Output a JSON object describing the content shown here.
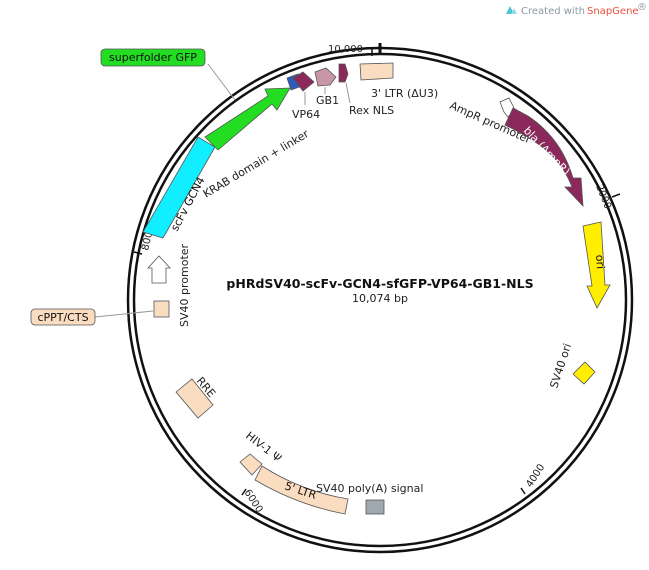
{
  "credit": {
    "prefix": "Created with ",
    "brand": "SnapGene",
    "mark": "®"
  },
  "plasmid": {
    "name": "pHRdSV40-scFv-GCN4-sfGFP-VP64-GB1-NLS",
    "size_label": "10,074 bp"
  },
  "ticks": [
    "10,000",
    "2000",
    "4000",
    "6000",
    "8000"
  ],
  "features": [
    {
      "id": "superfolder-gfp",
      "label": "superfolder GFP",
      "boxed": true,
      "color": "#22dd22"
    },
    {
      "id": "krab-linker",
      "label": "KRAB domain + linker",
      "color": "#2a5bbf"
    },
    {
      "id": "scfv-gcn4",
      "label": "scFv GCN4",
      "color": "#11eeff"
    },
    {
      "id": "gfp-arrow",
      "label": "",
      "color": "#22dd22"
    },
    {
      "id": "vp64",
      "label": "VP64",
      "color": "#8b2a5a"
    },
    {
      "id": "gb1",
      "label": "GB1",
      "color": "#c896a8"
    },
    {
      "id": "rex-nls",
      "label": "Rex NLS",
      "color": "#8b2a5a"
    },
    {
      "id": "ltr3",
      "label": "3' LTR (ΔU3)",
      "color": "#fadcc0"
    },
    {
      "id": "ampr-promoter",
      "label": "AmpR promoter",
      "color": "#ffffff"
    },
    {
      "id": "bla",
      "label": "bla (AmpR)",
      "color": "#8b2a5a"
    },
    {
      "id": "ori",
      "label": "ori",
      "color": "#ffee00"
    },
    {
      "id": "sv40-ori",
      "label": "SV40 ori",
      "color": "#ffee00"
    },
    {
      "id": "sv40-polya",
      "label": "SV40 poly(A) signal",
      "color": "#a0a8b0"
    },
    {
      "id": "ltr5",
      "label": "5' LTR",
      "color": "#fadcc0"
    },
    {
      "id": "hiv-psi",
      "label": "HIV-1 Ψ",
      "color": "#fadcc0"
    },
    {
      "id": "rre",
      "label": "RRE",
      "color": "#fadcc0"
    },
    {
      "id": "cppt",
      "label": "cPPT/CTS",
      "boxed": true,
      "color": "#fadcc0"
    },
    {
      "id": "sv40-promoter",
      "label": "SV40 promoter",
      "color": "#ffffff"
    }
  ]
}
